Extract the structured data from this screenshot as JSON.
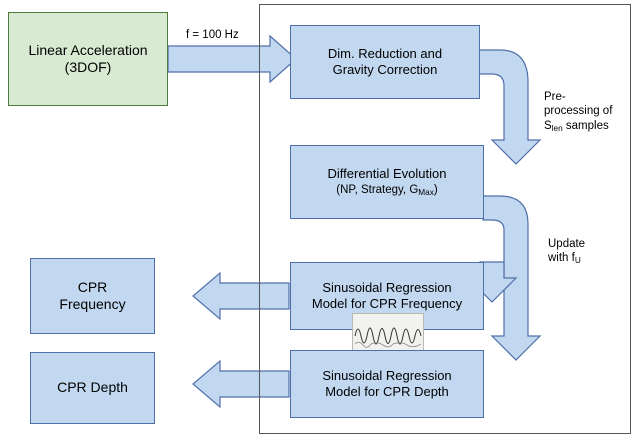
{
  "diagram": {
    "title": "CPR signal processing pipeline block diagram",
    "colors": {
      "process_fill": "#c2d8f0",
      "process_stroke": "#4f6fa8",
      "input_fill": "#d9ead3",
      "input_stroke": "#4f7a3a",
      "arrow_fill": "#c2d8f0",
      "arrow_stroke": "#4f6fa8",
      "frame_stroke": "#555555"
    },
    "input_block": {
      "line1": "Linear Acceleration",
      "line2": "(3DOF)"
    },
    "blocks": [
      {
        "id": "dim-reduction",
        "line1": "Dim. Reduction and",
        "line2": "Gravity Correction"
      },
      {
        "id": "differential-evolution",
        "line1": "Differential Evolution",
        "line2": "(NP, Strategy, G",
        "line2_sub": "Max",
        "line2_end": ")"
      },
      {
        "id": "sinusoidal-regression-frequency",
        "line1": "Sinusoidal Regression",
        "line2": "Model for CPR Frequency"
      },
      {
        "id": "sinusoidal-regression-depth",
        "line1": "Sinusoidal Regression",
        "line2": "Model for CPR Depth"
      }
    ],
    "outputs": [
      {
        "id": "cpr-frequency",
        "line1": "CPR",
        "line2": "Frequency"
      },
      {
        "id": "cpr-depth",
        "line1": "CPR Depth",
        "line2": ""
      }
    ],
    "labels": {
      "sampling_rate": "f = 100 Hz",
      "preprocessing_line1": "Pre-",
      "preprocessing_line2": "processing of",
      "preprocessing_line3_pre": "S",
      "preprocessing_line3_sub": "len",
      "preprocessing_line3_post": " samples",
      "update_line1": "Update",
      "update_line2_pre": "with f",
      "update_line2_sub": "U"
    }
  }
}
